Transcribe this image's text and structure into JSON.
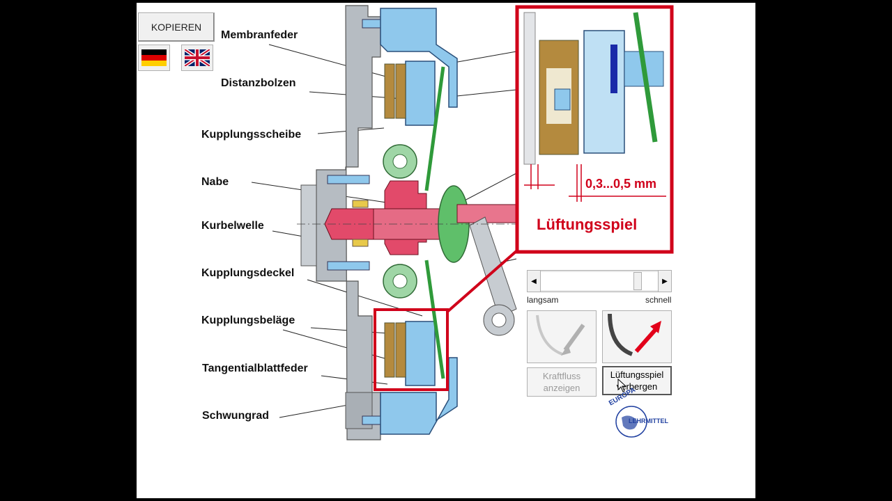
{
  "toolbar": {
    "copy_label": "KOPIEREN"
  },
  "languages": {
    "german": "de-flag-icon",
    "english": "uk-flag-icon"
  },
  "parts": [
    "Membranfeder",
    "Distanzbolzen",
    "Kupplungsscheibe",
    "Nabe",
    "Kurbelwelle",
    "Kupplungsdeckel",
    "Kupplungsbeläge",
    "Tangentialblattfeder",
    "Schwungrad"
  ],
  "detail": {
    "clearance_value": "0,3...0,5 mm",
    "title": "Lüftungsspiel"
  },
  "speed": {
    "slow": "langsam",
    "fast": "schnell",
    "level": 0.85
  },
  "buttons": {
    "power_flow_line1": "Kraftfluss",
    "power_flow_line2": "anzeigen",
    "clearance_line1": "Lüftungsspiel",
    "clearance_line2": "verbergen"
  },
  "logo": {
    "line1": "EUROPA",
    "line2": "LEHRMITTEL"
  },
  "colors": {
    "frame_red": "#d0001a",
    "flywheel_gray": "#b6bcc2",
    "cover_blue": "#8fc8ec",
    "hub_red": "#e24a6a",
    "spring_green": "#2f9a3a",
    "lining_brown": "#b48a3e"
  }
}
